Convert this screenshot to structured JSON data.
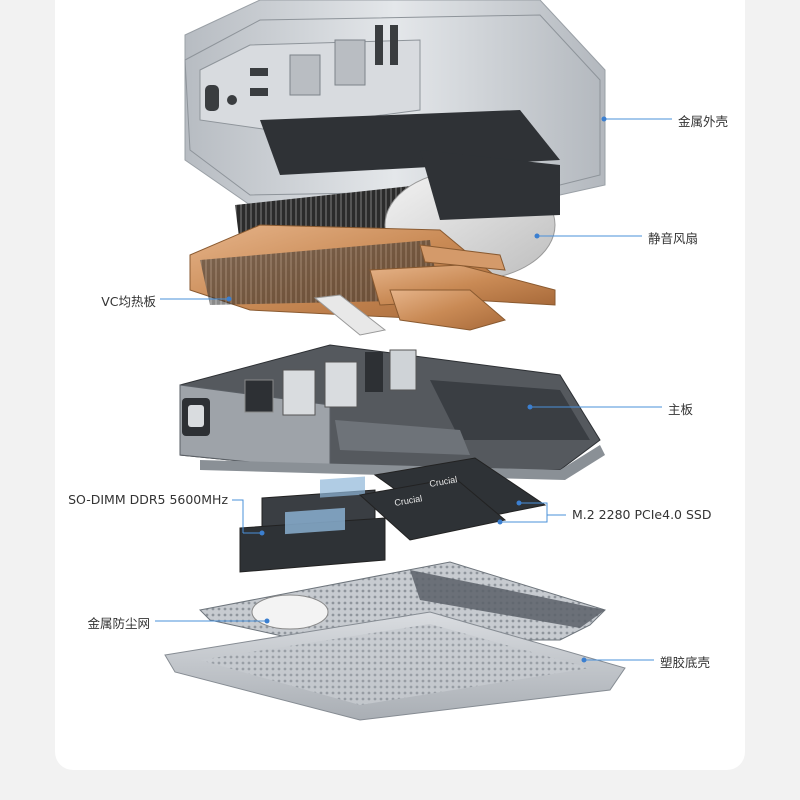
{
  "labels": {
    "metal_case": "金属外壳",
    "silent_fan": "静音风扇",
    "vc_plate": "VC均热板",
    "motherboard": "主板",
    "memory": "SO-DIMM DDR5 5600MHz",
    "ssd": "M.2 2280 PCIe4.0 SSD",
    "dust_mesh": "金属防尘网",
    "plastic_base": "塑胶底壳"
  },
  "ssd_brand": "Crucial",
  "colors": {
    "leader_line": "#4a90d9",
    "leader_dot": "#3b7fd0",
    "copper": "#c98a55",
    "aluminum": "#c9cdd2",
    "text": "#333333"
  }
}
